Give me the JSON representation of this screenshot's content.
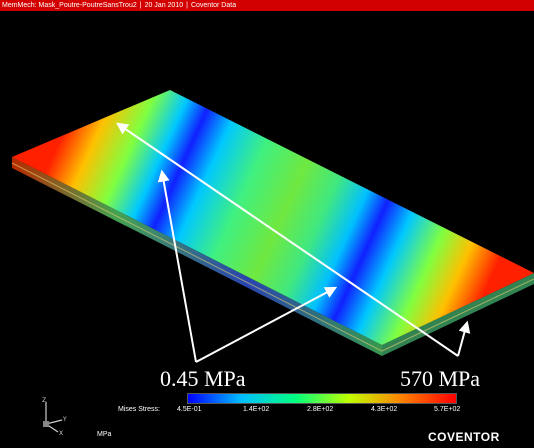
{
  "title_bar": {
    "segments": [
      "MemMech: Mask_Poutre-PoutreSansTrou2",
      "20 Jan 2010",
      "Coventor Data"
    ]
  },
  "annotations": {
    "min": "0.45 MPa",
    "max": "570 MPa"
  },
  "legend": {
    "caption": "Mises Stress:",
    "units": "MPa",
    "ticks": [
      "4.5E-01",
      "1.4E+02",
      "2.8E+02",
      "4.3E+02",
      "5.7E+02"
    ],
    "colors": [
      "#0000ff",
      "#00bfff",
      "#00ff80",
      "#bfff00",
      "#ff8000",
      "#ff0000"
    ]
  },
  "brand": "COVENTOR",
  "triad_icon": "axis-triad-icon"
}
